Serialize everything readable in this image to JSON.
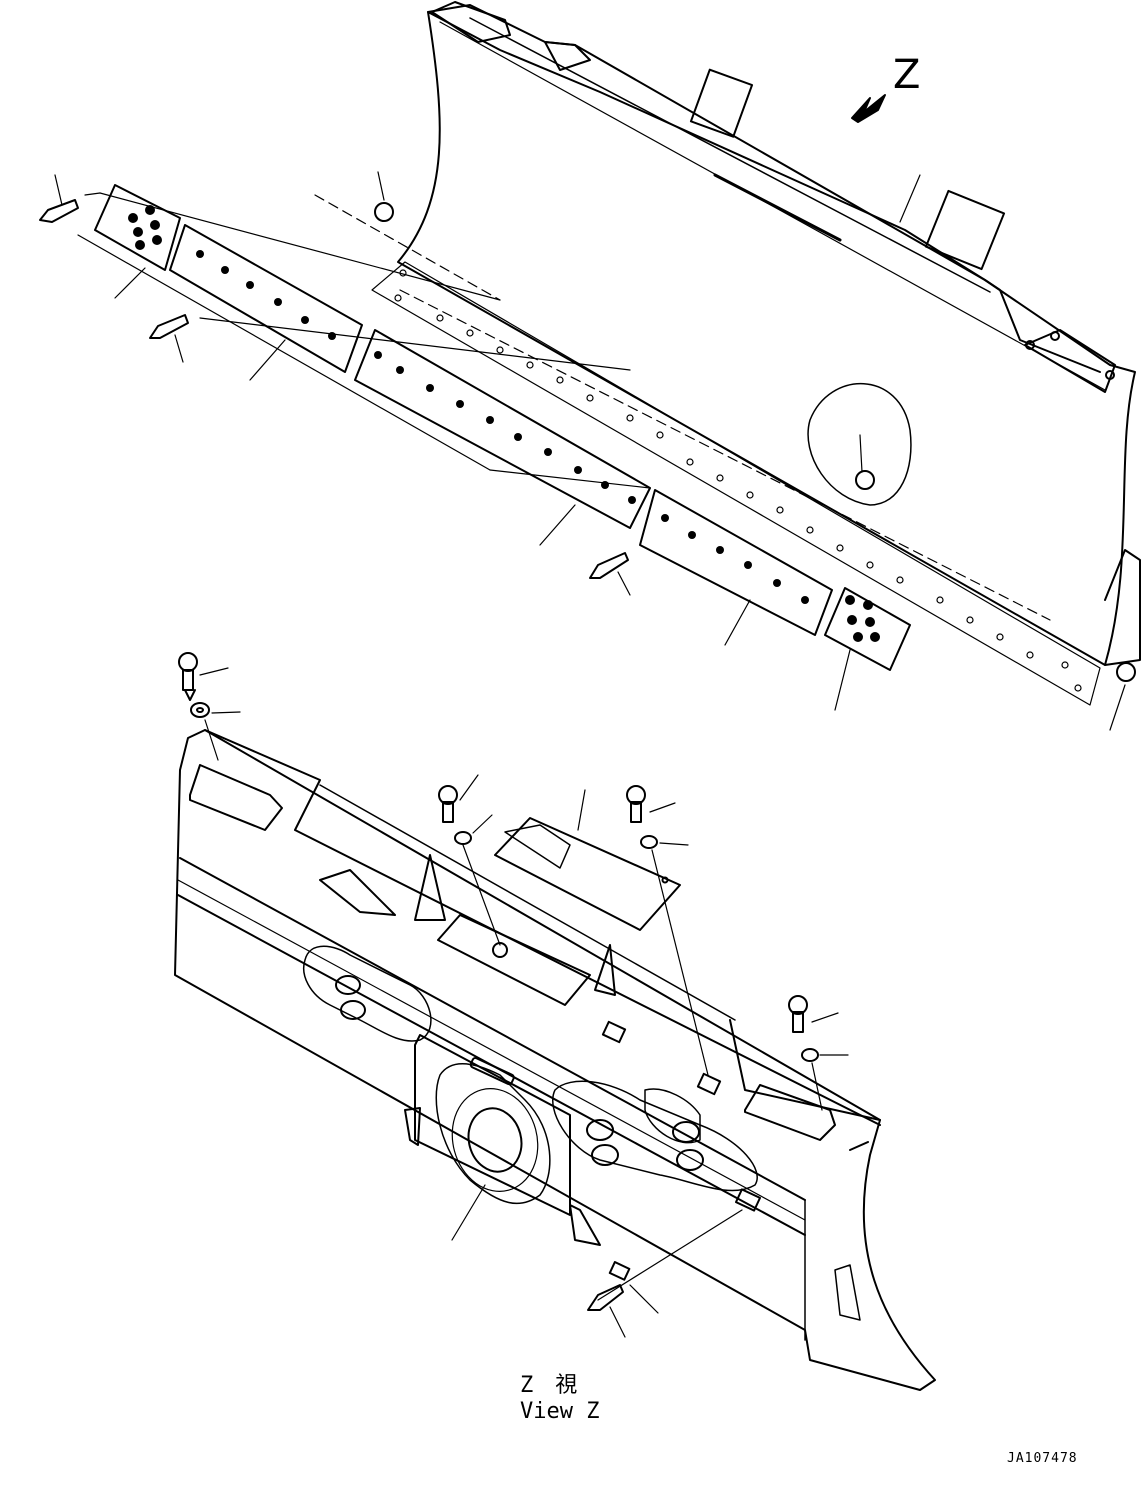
{
  "view_arrow_label": "Z",
  "caption": {
    "line_ja": "Z　視",
    "line_en": "View Z"
  },
  "drawing_code": "JA107478",
  "colors": {
    "ink": "#000000",
    "paper": "#ffffff"
  }
}
